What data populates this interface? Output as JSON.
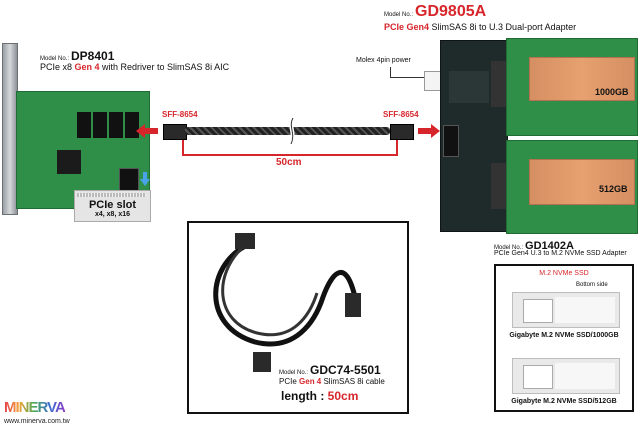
{
  "brand": {
    "name": "MINERVA",
    "url": "www.minerva.com.tw"
  },
  "left_card": {
    "model_prefix": "Model No.:",
    "model": "DP8401",
    "desc_prefix": "PCIe x8 ",
    "desc_gen": "Gen 4",
    "desc_suffix": " with Redriver to SlimSAS 8i AIC"
  },
  "pcie_slot": {
    "title": "PCIe slot",
    "subtitle": "x4, x8, x16"
  },
  "cable_top": {
    "left_label": "SFF-8654",
    "right_label": "SFF-8654",
    "length_label": "50cm"
  },
  "adapter": {
    "model_prefix": "Model No.:",
    "model": "GD9805A",
    "desc_gen": "PCIe Gen4",
    "desc_suffix": " SlimSAS 8i to U.3 Dual-port Adapter",
    "molex_label": "Molex 4pin power"
  },
  "m2_adapter": {
    "model_prefix": "Model No.:",
    "model": "GD1402A",
    "desc": "PCIe Gen4 U.3 to M.2 NVMe SSD Adapter",
    "ssd_top_label": "1000GB",
    "ssd_bottom_label": "512GB"
  },
  "cable_box": {
    "model_prefix": "Model No.:",
    "model": "GDC74-5501",
    "desc_prefix": "PCIe ",
    "desc_gen": "Gen 4",
    "desc_suffix": " SlimSAS 8i cable",
    "length_prefix": "length : ",
    "length_value": "50cm"
  },
  "ssd_box": {
    "title": "M.2 NVMe SSD",
    "subtitle": "Bottom side",
    "ssd1_caption": "Gigabyte M.2 NVMe SSD/1000GB",
    "ssd2_caption": "Gigabyte M.2 NVMe SSD/512GB"
  },
  "colors": {
    "accent_red": "#d7262b",
    "pcb_green": "#2f8f49",
    "dark_pcb": "#1f2a2a",
    "ssd_heatsink": "#e7a06f"
  }
}
